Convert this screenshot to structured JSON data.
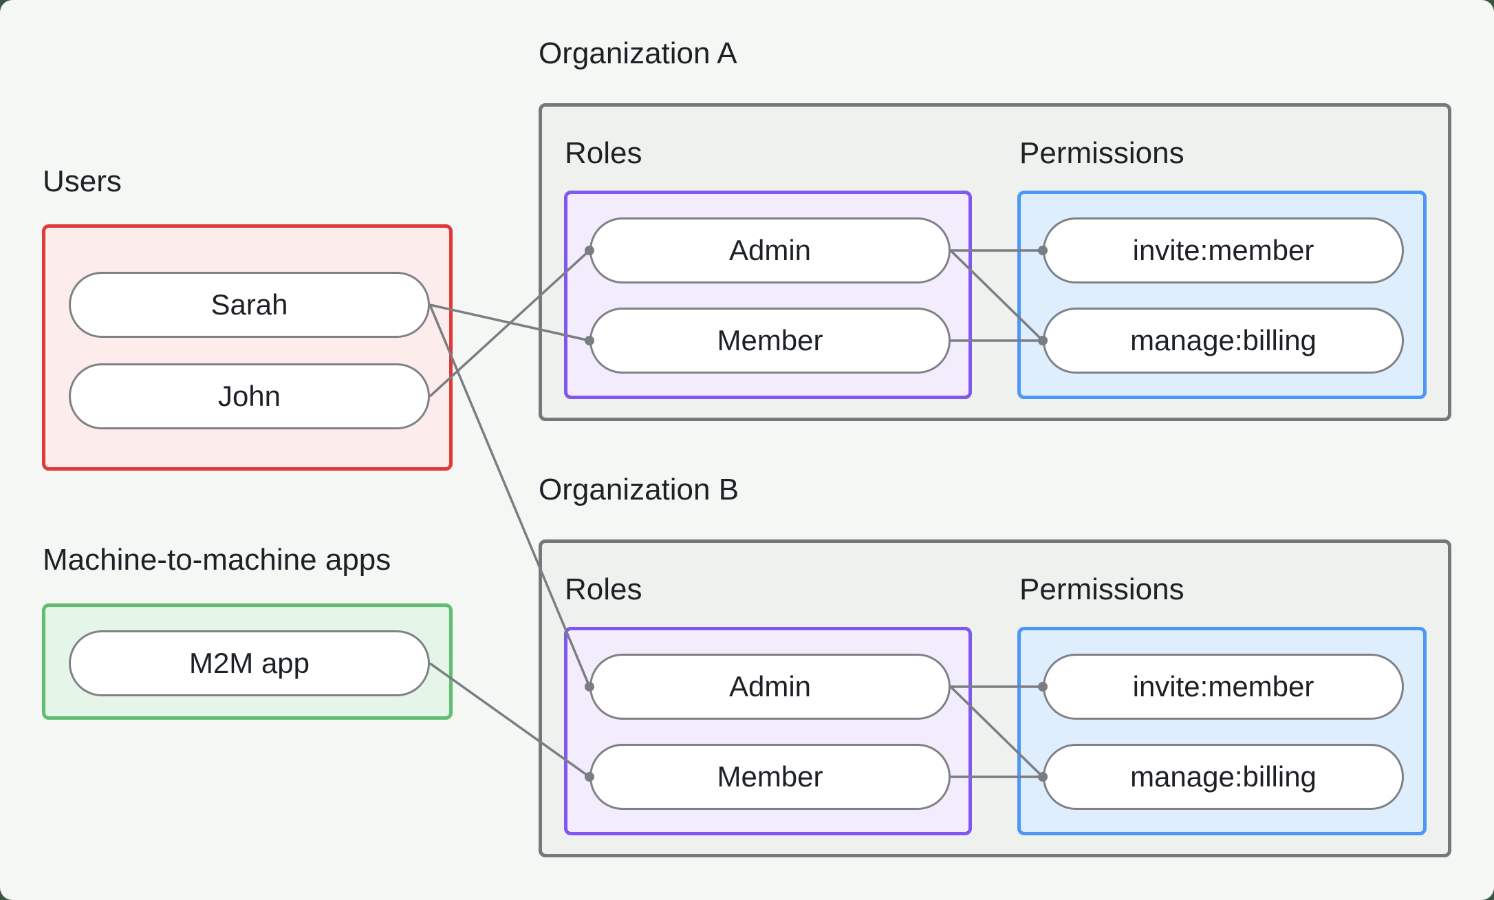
{
  "page": {
    "background": "#f4f7f4",
    "outside_background": "#3a5544",
    "text_color": "#1d2126"
  },
  "users_section": {
    "title": "Users",
    "border_color": "#df3a3a",
    "fill_color": "#fdecec",
    "items": [
      {
        "id": "sarah",
        "label": "Sarah"
      },
      {
        "id": "john",
        "label": "John"
      }
    ]
  },
  "m2m_section": {
    "title": "Machine-to-machine apps",
    "border_color": "#62bd72",
    "fill_color": "#e5f6e8",
    "items": [
      {
        "id": "m2m",
        "label": "M2M app"
      }
    ]
  },
  "organizations": [
    {
      "id": "orgA",
      "title": "Organization A",
      "roles_label": "Roles",
      "permissions_label": "Permissions",
      "roles": [
        {
          "id": "orgA-admin",
          "label": "Admin"
        },
        {
          "id": "orgA-member",
          "label": "Member"
        }
      ],
      "permissions": [
        {
          "id": "orgA-invite",
          "label": "invite:member"
        },
        {
          "id": "orgA-billing",
          "label": "manage:billing"
        }
      ]
    },
    {
      "id": "orgB",
      "title": "Organization B",
      "roles_label": "Roles",
      "permissions_label": "Permissions",
      "roles": [
        {
          "id": "orgB-admin",
          "label": "Admin"
        },
        {
          "id": "orgB-member",
          "label": "Member"
        }
      ],
      "permissions": [
        {
          "id": "orgB-invite",
          "label": "invite:member"
        },
        {
          "id": "orgB-billing",
          "label": "manage:billing"
        }
      ]
    }
  ],
  "connections": [
    {
      "from": "sarah",
      "to": "orgA-member"
    },
    {
      "from": "john",
      "to": "orgA-admin"
    },
    {
      "from": "sarah",
      "to": "orgB-admin"
    },
    {
      "from": "m2m",
      "to": "orgB-member"
    },
    {
      "from": "orgA-admin",
      "to": "orgA-invite"
    },
    {
      "from": "orgA-admin",
      "to": "orgA-billing"
    },
    {
      "from": "orgA-member",
      "to": "orgA-billing"
    },
    {
      "from": "orgB-admin",
      "to": "orgB-invite"
    },
    {
      "from": "orgB-admin",
      "to": "orgB-billing"
    },
    {
      "from": "orgB-member",
      "to": "orgB-billing"
    }
  ],
  "line_style": {
    "color": "#7a7d81",
    "width": 3.5,
    "dot_radius": 7
  },
  "box_colors": {
    "org_border": "#75787a",
    "org_fill": "#eff1ef",
    "roles_border": "#8157f2",
    "roles_fill": "#f2ecfd",
    "permissions_border": "#4d97f5",
    "permissions_fill": "#dfeefd",
    "pill_border": "#7e8185",
    "pill_fill": "#ffffff"
  }
}
